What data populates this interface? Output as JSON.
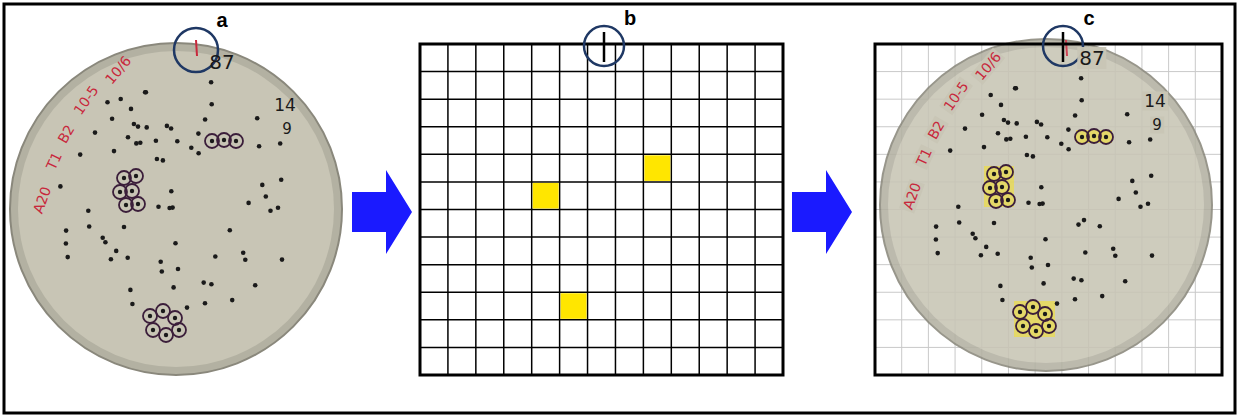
{
  "diagram": {
    "labels": [
      "a",
      "b",
      "c",
      "10/6",
      "10-5",
      "B2",
      "T1",
      "A20",
      "87",
      "14",
      "9",
      "10/6",
      "10-5",
      "B2",
      "T1",
      "A20",
      "87",
      "14",
      "9"
    ]
  }
}
